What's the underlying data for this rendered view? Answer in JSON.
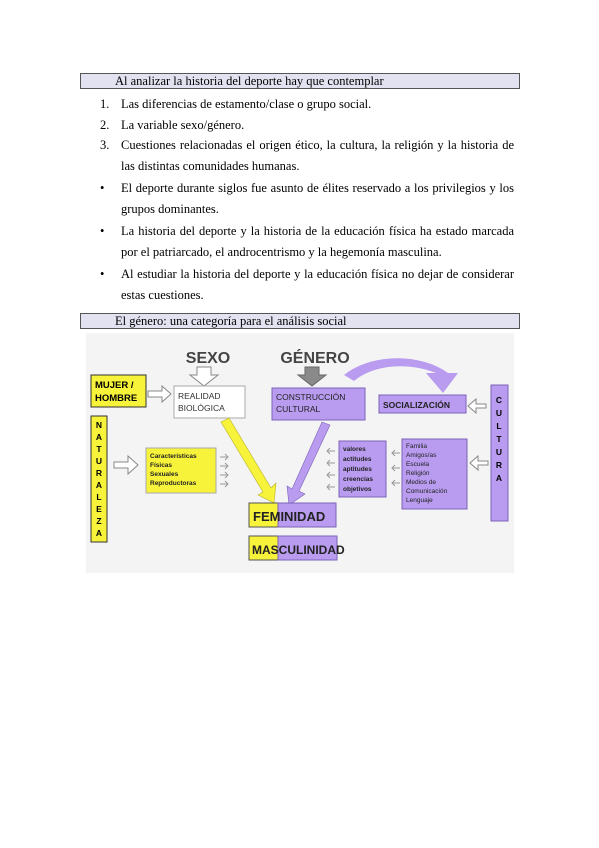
{
  "header1": "Al analizar la historia del deporte hay que contemplar",
  "items": [
    {
      "marker": "1.",
      "text": "Las diferencias de estamento/clase o grupo social."
    },
    {
      "marker": "2.",
      "text": "La variable sexo/género."
    },
    {
      "marker": "3.",
      "text": "Cuestiones relacionadas el origen ético, la cultura, la religión y la historia de las distintas comunidades humanas."
    },
    {
      "marker": "•",
      "text": "El deporte durante siglos fue asunto de élites reservado a los privilegios y los grupos dominantes."
    },
    {
      "marker": "•",
      "text": "La historia del deporte y la historia de la educación física ha estado marcada por el patriarcado, el androcentrismo y la hegemonía masculina."
    },
    {
      "marker": "•",
      "text": "Al estudiar la historia del deporte y la educación física no dejar de considerar estas cuestiones."
    }
  ],
  "header2": "El género: una categoría para el análisis social",
  "diagram": {
    "sexo": "SEXO",
    "genero": "GÉNERO",
    "mujer": "MUJER /",
    "hombre": "HOMBRE",
    "realidad1": "REALIDAD",
    "realidad2": "BIOLÓGICA",
    "construccion1": "CONSTRUCCIÓN",
    "construccion2": "CULTURAL",
    "socializacion": "SOCIALIZACIÓN",
    "naturaleza": [
      "N",
      "A",
      "T",
      "U",
      "R",
      "A",
      "L",
      "E",
      "Z",
      "A"
    ],
    "cultura": [
      "C",
      "U",
      "L",
      "T",
      "U",
      "R",
      "A"
    ],
    "caracteristicas": [
      "Características",
      "Físicas",
      "Sexuales",
      "Reproductoras"
    ],
    "valores": [
      "valores",
      "actitudes",
      "aptitudes",
      "creencias",
      "objetivos"
    ],
    "agentes": [
      "Familia",
      "Amigos/as",
      "Escuela",
      "Religión",
      "Medios de",
      "Comunicación",
      "Lenguaje"
    ],
    "feminidad": "FEMINIDAD",
    "masculinidad": "MASCULINIDAD",
    "colors": {
      "yellow": "#f7f23a",
      "purple": "#b99cf0",
      "gray": "#8a8a8a"
    }
  }
}
